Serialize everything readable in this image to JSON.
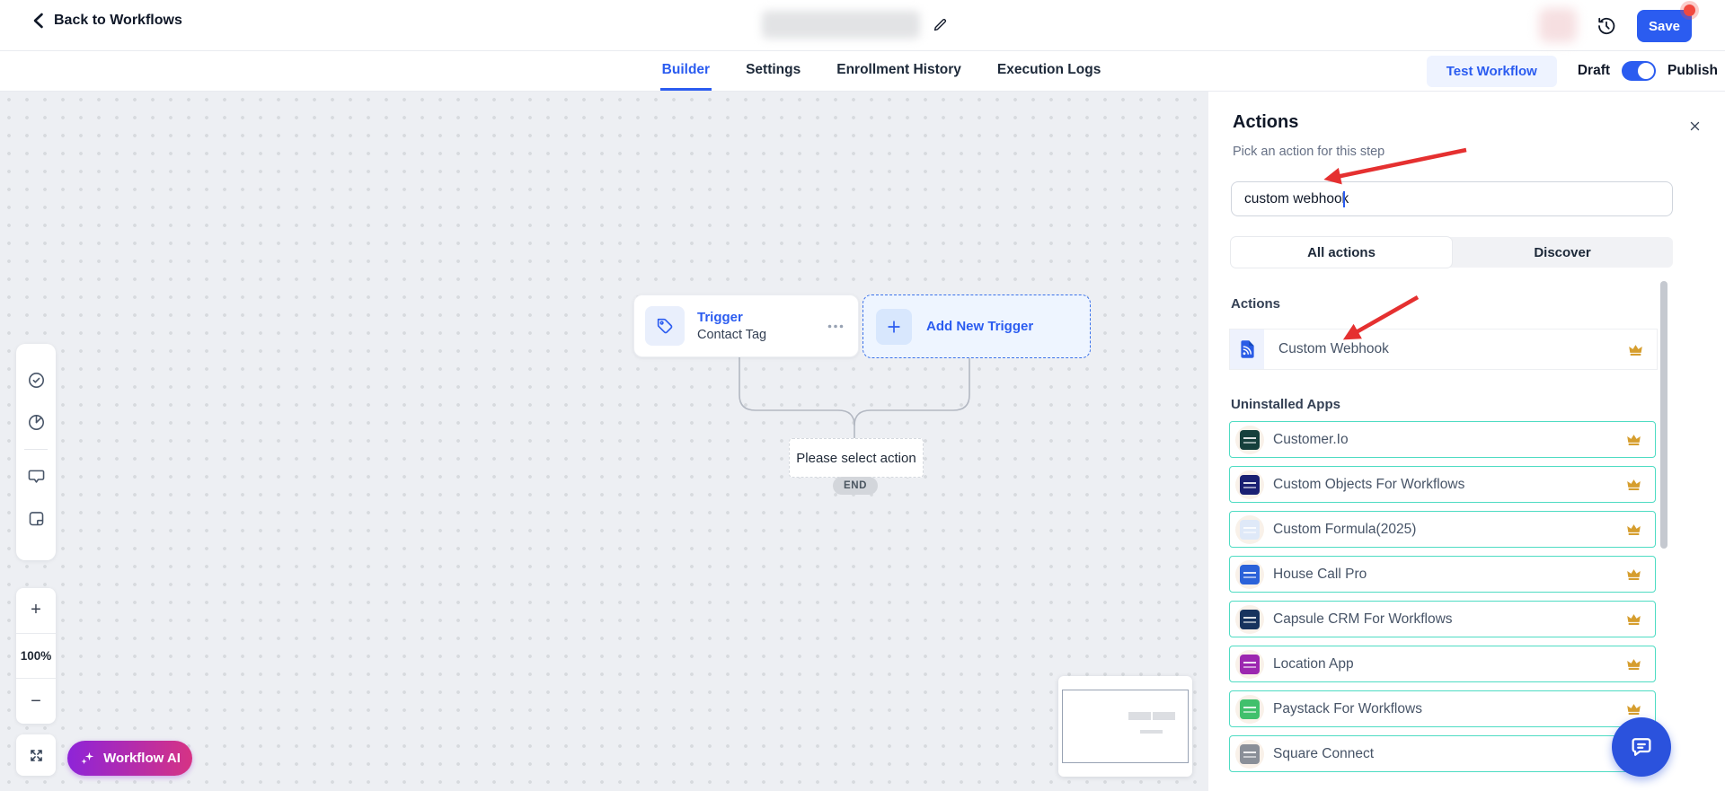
{
  "header": {
    "back_label": "Back to Workflows",
    "save_label": "Save"
  },
  "nav": {
    "tabs": [
      {
        "label": "Builder",
        "active": true
      },
      {
        "label": "Settings",
        "active": false
      },
      {
        "label": "Enrollment History",
        "active": false
      },
      {
        "label": "Execution Logs",
        "active": false
      }
    ],
    "test_workflow_label": "Test Workflow",
    "draft_label": "Draft",
    "publish_label": "Publish",
    "toggle_on": true
  },
  "canvas": {
    "trigger_node": {
      "title": "Trigger",
      "subtitle": "Contact Tag"
    },
    "add_trigger_label": "Add New Trigger",
    "select_action_label": "Please select action",
    "end_label": "END",
    "zoom": {
      "in": "+",
      "level": "100%",
      "out": "−"
    },
    "workflow_ai_label": "Workflow AI"
  },
  "panel": {
    "title": "Actions",
    "subtitle": "Pick an action for this step",
    "search": {
      "value": "custom webhook"
    },
    "tabs": {
      "all_actions": "All actions",
      "discover": "Discover"
    },
    "actions_section_label": "Actions",
    "actions": [
      {
        "name": "Custom Webhook",
        "premium": true
      }
    ],
    "uninstalled_section_label": "Uninstalled Apps",
    "apps": [
      {
        "name": "Customer.Io",
        "icon_bg": "#16403c",
        "premium": true
      },
      {
        "name": "Custom Objects For Workflows",
        "icon_bg": "#1a2073",
        "premium": true
      },
      {
        "name": "Custom Formula(2025)",
        "icon_bg": "#dfe9f8",
        "premium": true
      },
      {
        "name": "House Call Pro",
        "icon_bg": "#2b62d9",
        "premium": true
      },
      {
        "name": "Capsule CRM For Workflows",
        "icon_bg": "#17335e",
        "premium": true
      },
      {
        "name": "Location App",
        "icon_bg": "#9c27b0",
        "premium": true
      },
      {
        "name": "Paystack For Workflows",
        "icon_bg": "#41c06c",
        "premium": true
      },
      {
        "name": "Square Connect",
        "icon_bg": "#8a8f98",
        "premium": true
      }
    ]
  },
  "colors": {
    "accent_blue": "#2b5cf0",
    "app_border_teal": "#4fdcc3",
    "crown_gold": "#d69e2e",
    "annotation_red": "#e53030",
    "ai_gradient_start": "#8e24d8",
    "ai_gradient_end": "#d63384"
  }
}
